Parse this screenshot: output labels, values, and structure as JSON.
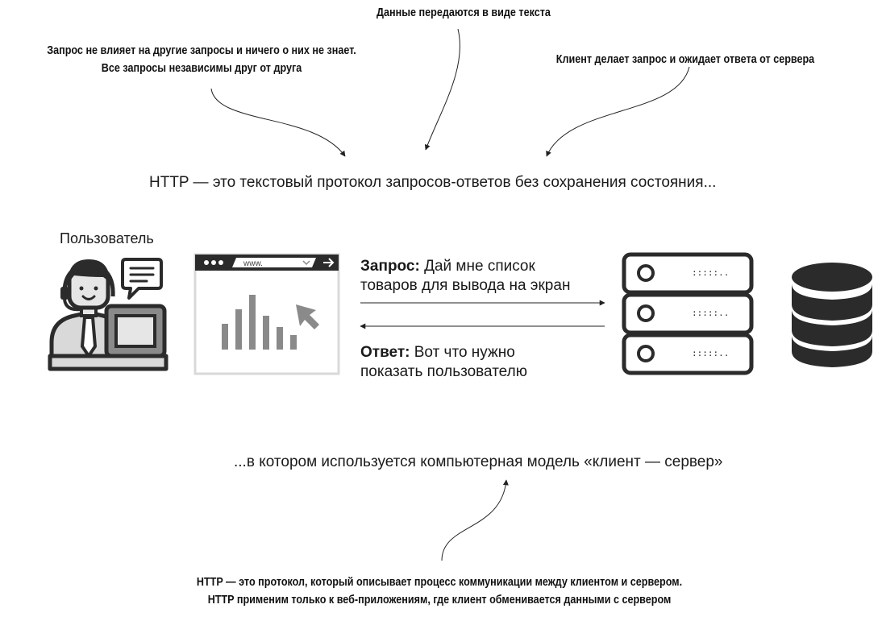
{
  "annotations": {
    "top_center": "Данные передаются в виде текста",
    "top_left_line1": "Запрос не влияет на другие запросы и ничего о них не знает.",
    "top_left_line2": "Все запросы независимы друг от друга",
    "top_right": "Клиент делает запрос и ожидает ответа от сервера",
    "bottom_line1": "HTTP — это протокол, который описывает процесс коммуникации между клиентом и сервером.",
    "bottom_line2": "HTTP применим только к веб-приложениям, где клиент обменивается данными с сервером"
  },
  "definition_text": "HTTP — это текстовый протокол запросов-ответов без сохранения состояния...",
  "model_text": "...в котором используется компьютерная модель «клиент — сервер»",
  "user_label": "Пользователь",
  "browser": {
    "url": "www."
  },
  "request": {
    "label": "Запрос:",
    "text_line1": " Дай мне список",
    "text_line2": "товаров для вывода на экран"
  },
  "response": {
    "label": "Ответ:",
    "text_line1": " Вот что нужно",
    "text_line2": "показать пользователю"
  },
  "colors": {
    "dark": "#2b2b2b",
    "mid_gray": "#8a8a8a",
    "light_gray": "#d9d9d9",
    "skin": "#e6e6e6"
  }
}
